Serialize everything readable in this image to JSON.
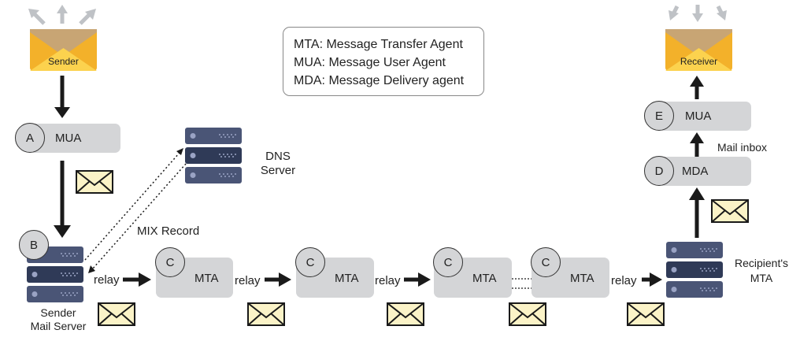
{
  "legend": [
    "MTA: Message Transfer Agent",
    "MUA: Message User Agent",
    "MDA: Message Delivery agent"
  ],
  "sender": {
    "label": "Sender"
  },
  "receiver": {
    "label": "Receiver"
  },
  "nodes": {
    "mua_sender": {
      "letter": "A",
      "label": "MUA"
    },
    "server_sender": {
      "letter": "B",
      "caption_line1": "Sender",
      "caption_line2": "Mail Server"
    },
    "mta1": {
      "letter": "C",
      "label": "MTA"
    },
    "mta2": {
      "letter": "C",
      "label": "MTA"
    },
    "mta3": {
      "letter": "C",
      "label": "MTA"
    },
    "mta4": {
      "letter": "C",
      "label": "MTA"
    },
    "mda": {
      "letter": "D",
      "label": "MDA"
    },
    "mua_receiver": {
      "letter": "E",
      "label": "MUA"
    }
  },
  "dns": {
    "line1": "DNS",
    "line2": "Server"
  },
  "recipient_mta": {
    "line1": "Recipient's",
    "line2": "MTA"
  },
  "labels": {
    "mix_record": "MIX Record",
    "relay": "relay",
    "mail_inbox": "Mail inbox"
  },
  "colors": {
    "envelope_top": "#f3b12a",
    "envelope_flap": "#c8a574",
    "envelope_inner": "#fcd24e",
    "server_body": "#4a5576",
    "server_dark": "#2f3a57",
    "pill": "#d4d5d7",
    "arrow": "#1a1a1a",
    "burst_arrow": "#bfc2c6"
  },
  "icons": [
    "envelope-icon",
    "server-icon",
    "mail-icon",
    "arrow-icon"
  ]
}
